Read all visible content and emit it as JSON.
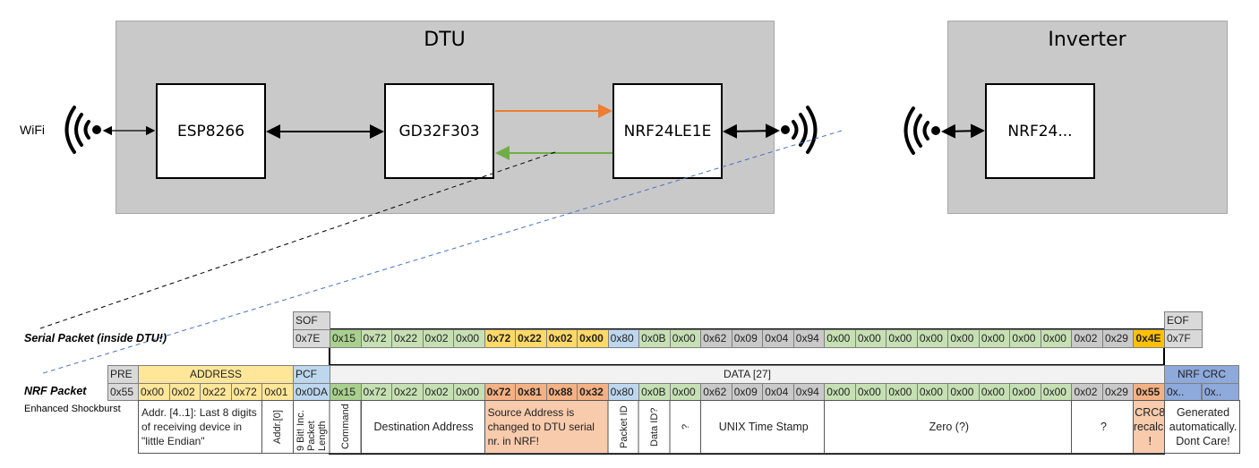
{
  "diagram": {
    "dtu_title": "DTU",
    "inverter_title": "Inverter",
    "wifi_label": "WiFi",
    "chips": {
      "esp": "ESP8266",
      "gd": "GD32F303",
      "nrf": "NRF24LE1E",
      "inv_nrf": "NRF24..."
    },
    "colors": {
      "group_fill": "#c9c9c9",
      "tx_arrow": "#ed7d31",
      "rx_arrow": "#70ad47",
      "serial_link": "#000000",
      "nrf_link": "#4472c4"
    }
  },
  "serial_packet": {
    "label": "Serial Packet (inside DTU!)",
    "sof_header": "SOF",
    "sof_value": "0x7E",
    "eof_header": "EOF",
    "eof_value": "0x7F",
    "bytes": [
      {
        "v": "0x15",
        "c": "cmd"
      },
      {
        "v": "0x72",
        "c": "dst"
      },
      {
        "v": "0x22",
        "c": "dst"
      },
      {
        "v": "0x02",
        "c": "dst"
      },
      {
        "v": "0x00",
        "c": "dst"
      },
      {
        "v": "0x72",
        "c": "src_serial"
      },
      {
        "v": "0x22",
        "c": "src_serial"
      },
      {
        "v": "0x02",
        "c": "src_serial"
      },
      {
        "v": "0x00",
        "c": "src_serial"
      },
      {
        "v": "0x80",
        "c": "pid"
      },
      {
        "v": "0x0B",
        "c": "dst"
      },
      {
        "v": "0x00",
        "c": "dst"
      },
      {
        "v": "0x62",
        "c": "time"
      },
      {
        "v": "0x09",
        "c": "time"
      },
      {
        "v": "0x04",
        "c": "time"
      },
      {
        "v": "0x94",
        "c": "time"
      },
      {
        "v": "0x00",
        "c": "dst"
      },
      {
        "v": "0x00",
        "c": "dst"
      },
      {
        "v": "0x00",
        "c": "dst"
      },
      {
        "v": "0x00",
        "c": "dst"
      },
      {
        "v": "0x00",
        "c": "dst"
      },
      {
        "v": "0x00",
        "c": "dst"
      },
      {
        "v": "0x00",
        "c": "dst"
      },
      {
        "v": "0x00",
        "c": "dst"
      },
      {
        "v": "0x02",
        "c": "time"
      },
      {
        "v": "0x29",
        "c": "time"
      },
      {
        "v": "0x4E",
        "c": "crc_serial"
      }
    ]
  },
  "nrf_packet": {
    "label": "NRF Packet",
    "sublabel": "Enhanced Shockburst",
    "pre_header": "PRE",
    "pre_value": "0x55",
    "address_header": "ADDRESS",
    "address_values": [
      "0x00",
      "0x02",
      "0x22",
      "0x72",
      "0x01"
    ],
    "pcf_header": "PCF",
    "pcf_value": "0x0DA",
    "data_header": "DATA [27]",
    "crc_header": "NRF CRC",
    "crc_values": [
      "0x..",
      "0x.."
    ],
    "bytes": [
      {
        "v": "0x15",
        "c": "cmd"
      },
      {
        "v": "0x72",
        "c": "dst"
      },
      {
        "v": "0x22",
        "c": "dst"
      },
      {
        "v": "0x02",
        "c": "dst"
      },
      {
        "v": "0x00",
        "c": "dst"
      },
      {
        "v": "0x72",
        "c": "src_nrf"
      },
      {
        "v": "0x81",
        "c": "src_nrf"
      },
      {
        "v": "0x88",
        "c": "src_nrf"
      },
      {
        "v": "0x32",
        "c": "src_nrf"
      },
      {
        "v": "0x80",
        "c": "pid"
      },
      {
        "v": "0x0B",
        "c": "dst"
      },
      {
        "v": "0x00",
        "c": "dst"
      },
      {
        "v": "0x62",
        "c": "time"
      },
      {
        "v": "0x09",
        "c": "time"
      },
      {
        "v": "0x04",
        "c": "time"
      },
      {
        "v": "0x94",
        "c": "time"
      },
      {
        "v": "0x00",
        "c": "dst"
      },
      {
        "v": "0x00",
        "c": "dst"
      },
      {
        "v": "0x00",
        "c": "dst"
      },
      {
        "v": "0x00",
        "c": "dst"
      },
      {
        "v": "0x00",
        "c": "dst"
      },
      {
        "v": "0x00",
        "c": "dst"
      },
      {
        "v": "0x00",
        "c": "dst"
      },
      {
        "v": "0x00",
        "c": "dst"
      },
      {
        "v": "0x02",
        "c": "time"
      },
      {
        "v": "0x29",
        "c": "time"
      },
      {
        "v": "0x55",
        "c": "src_nrf"
      }
    ],
    "descriptions": {
      "addr_41": "Addr. [4..1]: Last 8 digits of receiving device in \"little Endian\"",
      "addr_0": "Addr.[0]",
      "pcf": "9 Bit! Inc. Packet Length",
      "command": "Command",
      "destination": "Destination Address",
      "source": "Source Address is changed to DTU serial nr. in NRF!",
      "packet_id": "Packet ID",
      "data_id": "Data ID?",
      "unknown1": "?",
      "timestamp": "UNIX Time Stamp",
      "zero": "Zero (?)",
      "unknown2": "?",
      "crc8": "CRC8 recalc. !",
      "nrf_crc": "Generated automatically. Dont Care!"
    }
  },
  "cell_colors": {
    "cmd": "#a9d08e",
    "dst": "#c6e0b4",
    "src_serial": "#ffd966",
    "src_nrf": "#f4b183",
    "pid": "#bdd7ee",
    "time": "#c9c9c9",
    "crc_serial": "#ffc000",
    "gray": "#d9d9d9",
    "address": "#ffe699",
    "pcf": "#bdd7ee",
    "data_header": "#f2f2f2",
    "nrf_crc": "#8ea9db",
    "desc_orange": "#f8cbad"
  }
}
